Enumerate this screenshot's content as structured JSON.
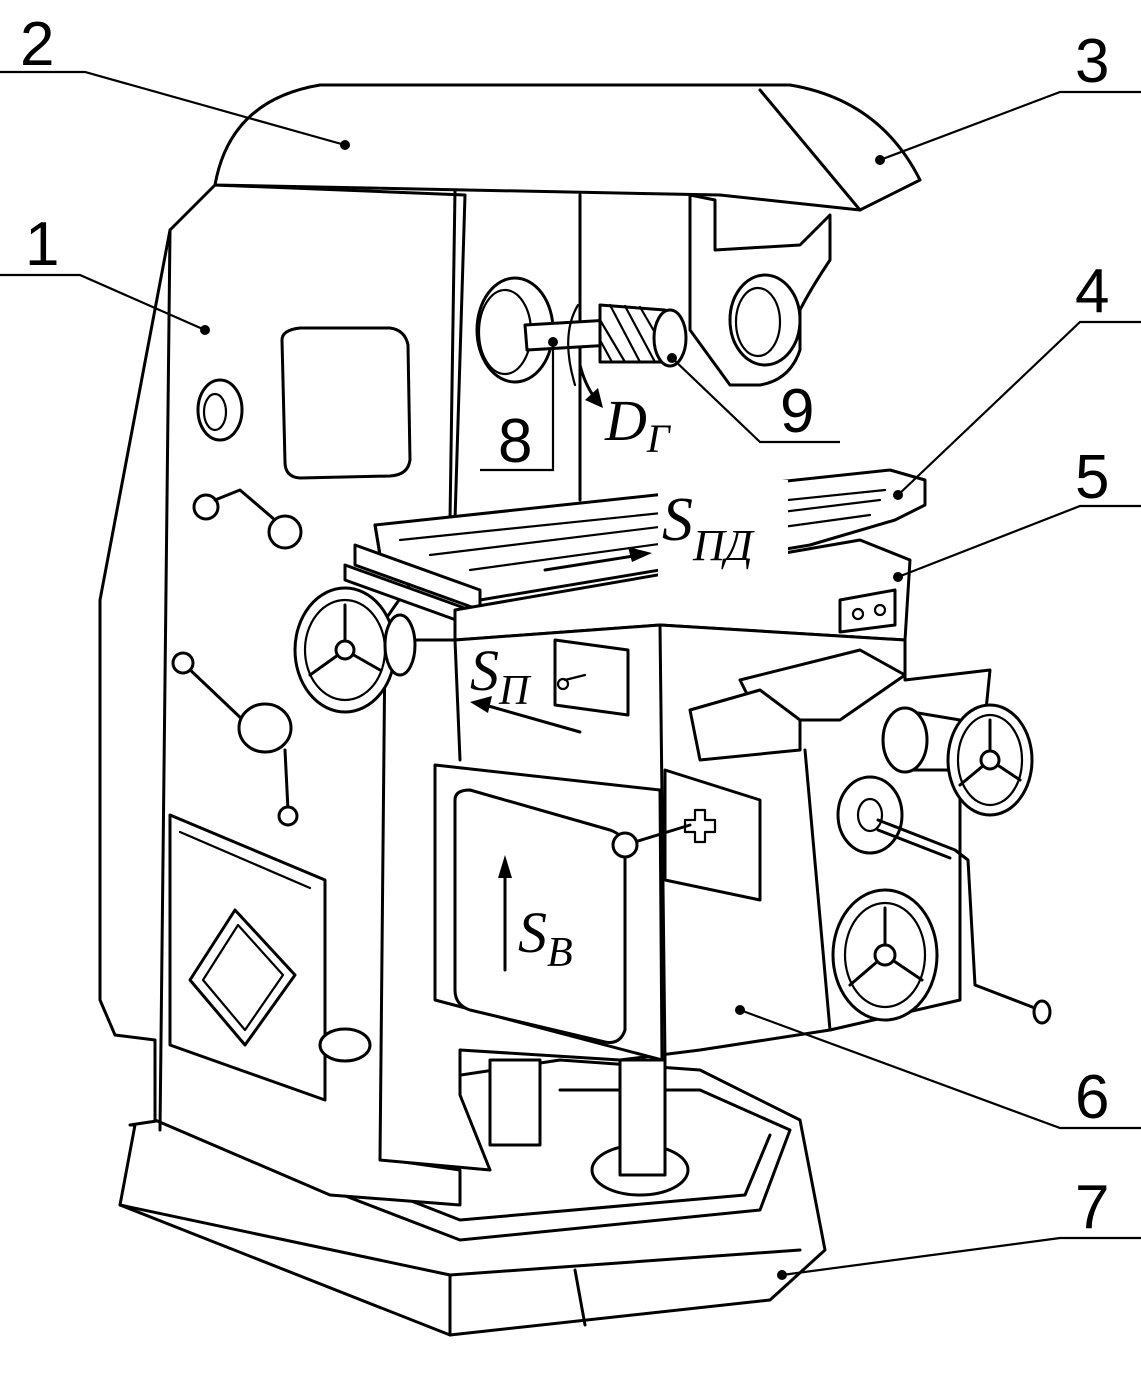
{
  "callouts": {
    "n1": "1",
    "n2": "2",
    "n3": "3",
    "n4": "4",
    "n5": "5",
    "n6": "6",
    "n7": "7",
    "n8": "8",
    "n9": "9"
  },
  "motions": {
    "main_symbol": "D",
    "main_sub": "Г",
    "long_feed_symbol": "S",
    "long_feed_sub": "ПД",
    "cross_feed_symbol": "S",
    "cross_feed_sub": "П",
    "vert_feed_symbol": "S",
    "vert_feed_sub": "В"
  }
}
